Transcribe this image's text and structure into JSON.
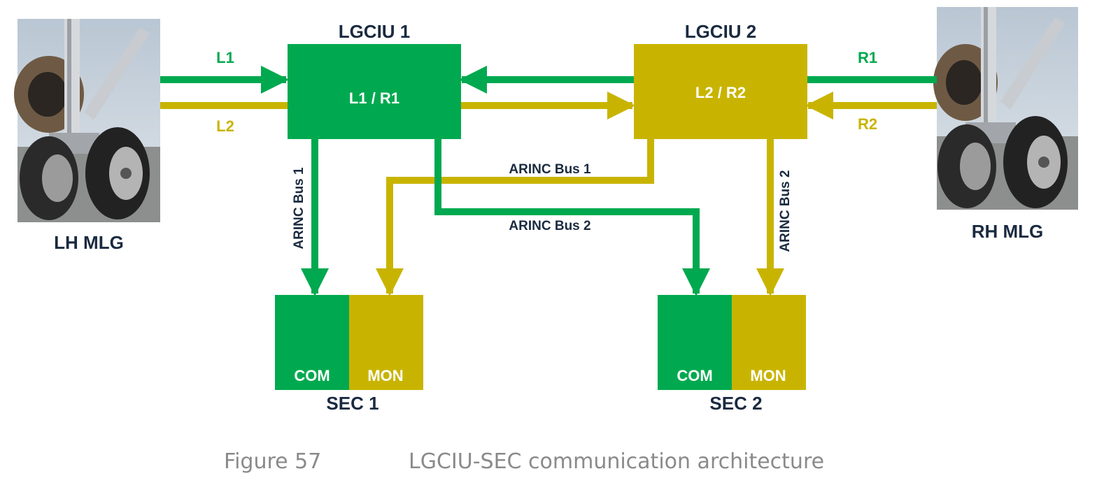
{
  "colors": {
    "green": "#00a94f",
    "olive": "#c8b400",
    "label_dark": "#1a2a40",
    "caption": "#8a8a8a"
  },
  "units": {
    "lgciu1": {
      "title": "LGCIU 1",
      "inner": "L1 / R1"
    },
    "lgciu2": {
      "title": "LGCIU 2",
      "inner": "L2 / R2"
    },
    "sec1": {
      "title": "SEC 1",
      "com": "COM",
      "mon": "MON"
    },
    "sec2": {
      "title": "SEC 2",
      "com": "COM",
      "mon": "MON"
    }
  },
  "gear": {
    "left": {
      "label": "LH MLG",
      "icon": "landing-gear-photo"
    },
    "right": {
      "label": "RH MLG",
      "icon": "landing-gear-photo"
    }
  },
  "signals": {
    "l1": "L1",
    "l2": "L2",
    "r1": "R1",
    "r2": "R2"
  },
  "buses": {
    "lgciu1_sec1": "ARINC Bus 1",
    "lgciu2_sec1": "ARINC Bus 1",
    "lgciu1_sec2": "ARINC Bus 2",
    "lgciu2_sec2": "ARINC Bus 2"
  },
  "caption": {
    "number": "Figure 57",
    "text": "LGCIU-SEC communication architecture"
  }
}
